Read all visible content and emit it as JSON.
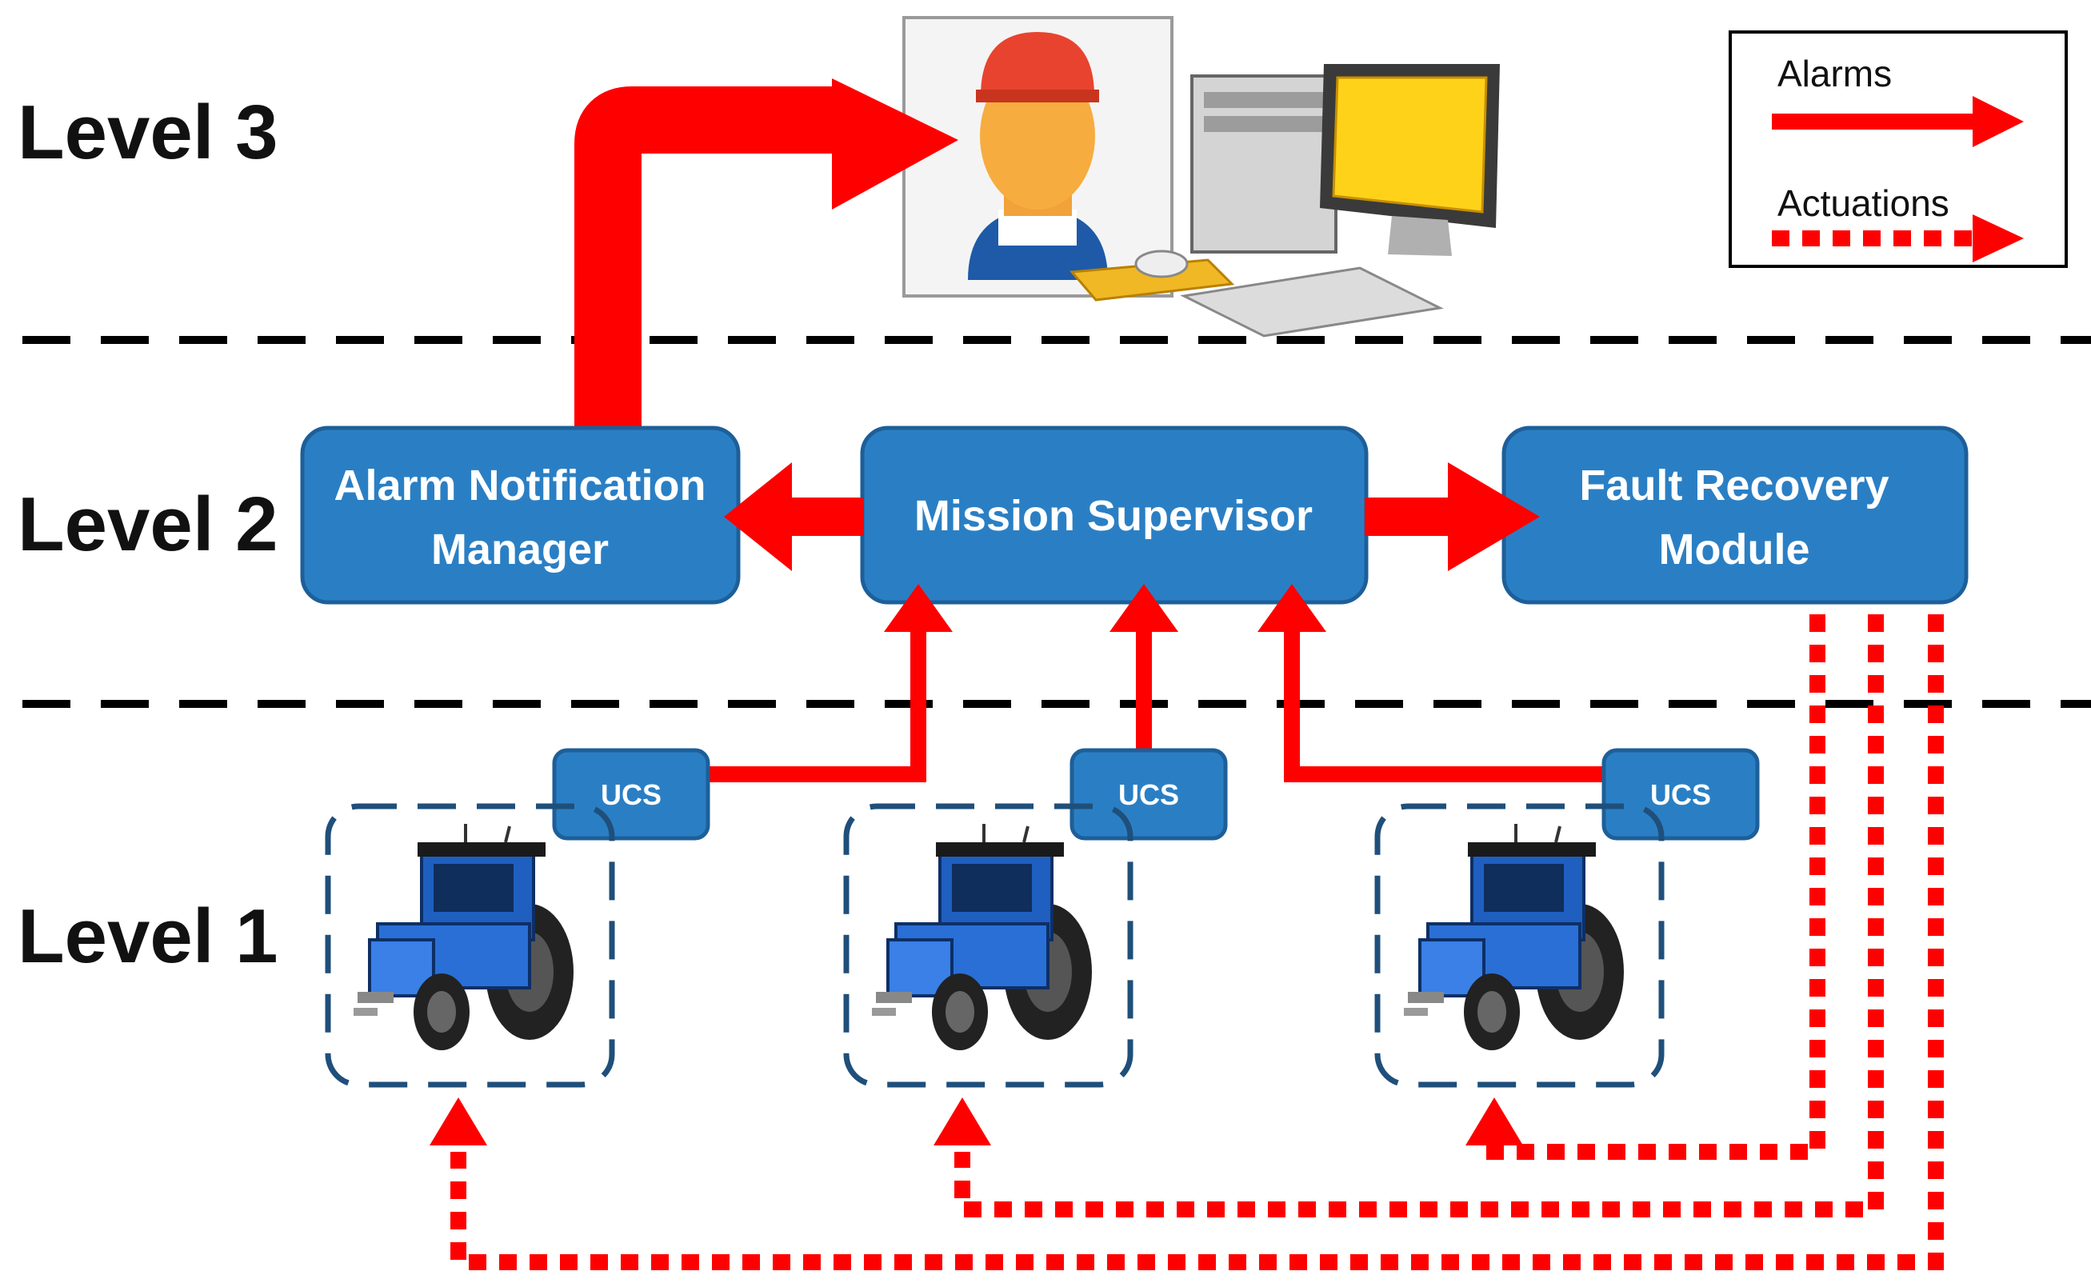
{
  "levels": {
    "level3": "Level 3",
    "level2": "Level 2",
    "level1": "Level 1"
  },
  "nodes": {
    "alarm_manager": [
      "Alarm Notification",
      "Manager"
    ],
    "mission_supervisor": "Mission Supervisor",
    "fault_recovery": [
      "Fault Recovery",
      "Module"
    ],
    "ucs": "UCS"
  },
  "legend": {
    "alarms": "Alarms",
    "actuations": "Actuations"
  },
  "icons": {
    "operator": "operator-icon",
    "computer": "desktop-computer-icon",
    "vehicle": "tractor-icon"
  },
  "colors": {
    "node_fill": "#2a7fc4",
    "alarm_arrow": "#ff0000",
    "tractor": "#1f5fc0"
  }
}
